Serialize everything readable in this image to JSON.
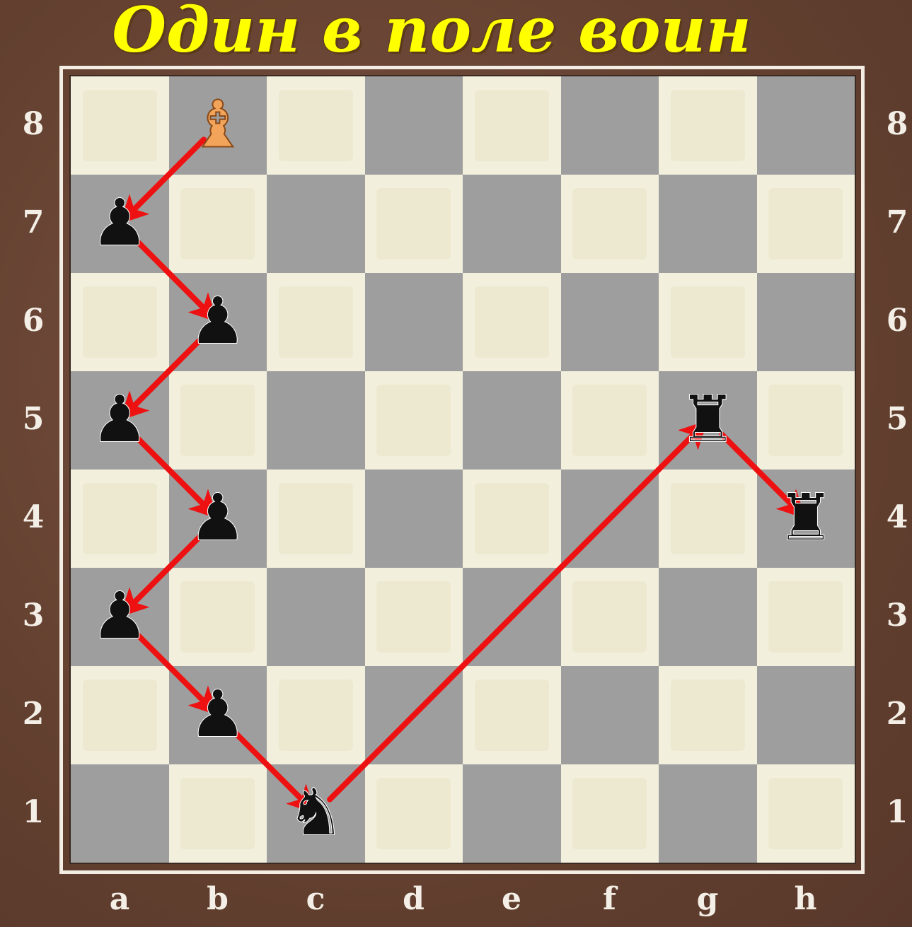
{
  "title": "Один в поле воин",
  "board": {
    "files": [
      "a",
      "b",
      "c",
      "d",
      "e",
      "f",
      "g",
      "h"
    ],
    "ranks": [
      "8",
      "7",
      "6",
      "5",
      "4",
      "3",
      "2",
      "1"
    ],
    "colors": {
      "light": "#f2efdc",
      "dark": "#9e9e9e",
      "frame": "#6b4538",
      "arrow": "#ee1111",
      "title": "#ffff00"
    }
  },
  "pieces": [
    {
      "square": "b8",
      "side": "white",
      "type": "bishop",
      "icon": "white-bishop-icon"
    },
    {
      "square": "a7",
      "side": "black",
      "type": "pawn",
      "icon": "black-pawn-icon"
    },
    {
      "square": "b6",
      "side": "black",
      "type": "pawn",
      "icon": "black-pawn-icon"
    },
    {
      "square": "a5",
      "side": "black",
      "type": "pawn",
      "icon": "black-pawn-icon"
    },
    {
      "square": "b4",
      "side": "black",
      "type": "pawn",
      "icon": "black-pawn-icon"
    },
    {
      "square": "a3",
      "side": "black",
      "type": "pawn",
      "icon": "black-pawn-icon"
    },
    {
      "square": "b2",
      "side": "black",
      "type": "pawn",
      "icon": "black-pawn-icon"
    },
    {
      "square": "c1",
      "side": "black",
      "type": "knight",
      "icon": "black-knight-icon"
    },
    {
      "square": "g5",
      "side": "black",
      "type": "rook",
      "icon": "black-rook-icon"
    },
    {
      "square": "h4",
      "side": "black",
      "type": "rook",
      "icon": "black-rook-icon"
    }
  ],
  "moves": [
    [
      "b8",
      "a7"
    ],
    [
      "a7",
      "b6"
    ],
    [
      "b6",
      "a5"
    ],
    [
      "a5",
      "b4"
    ],
    [
      "b4",
      "a3"
    ],
    [
      "a3",
      "b2"
    ],
    [
      "b2",
      "c1"
    ],
    [
      "c1",
      "g5"
    ],
    [
      "g5",
      "h4"
    ]
  ]
}
